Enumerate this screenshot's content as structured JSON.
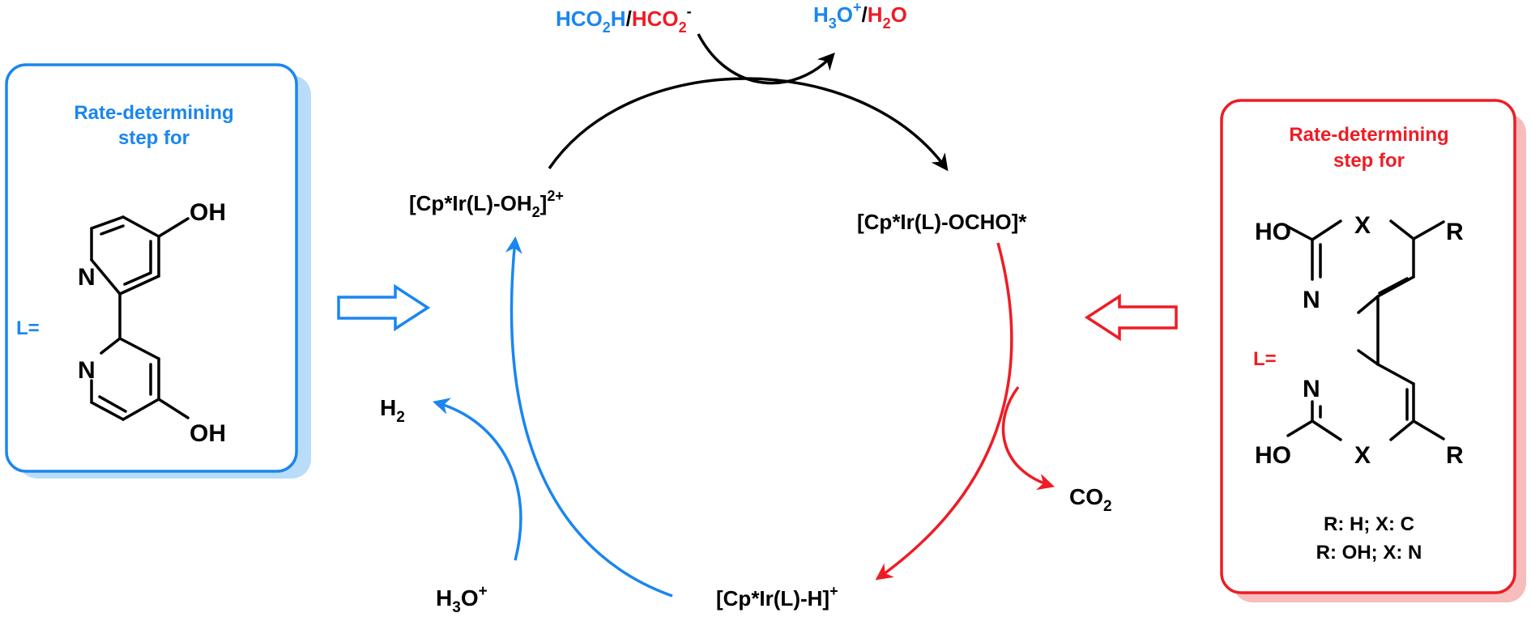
{
  "colors": {
    "blue": "#1a86f0",
    "red": "#ee1c24",
    "black": "#000000",
    "blue_shadow": "#b9dcf8",
    "red_shadow": "#f7bcbc"
  },
  "left_box": {
    "title_line1": "Rate-determining",
    "title_line2": "step for",
    "ligand_label": "L=",
    "atoms": {
      "n_top": "N",
      "n_bottom": "N",
      "oh_top": "OH",
      "oh_bottom": "OH"
    }
  },
  "right_box": {
    "title_line1": "Rate-determining",
    "title_line2": "step for",
    "ligand_label": "L=",
    "atoms": {
      "ho_top": "HO",
      "ho_bottom": "HO",
      "n1": "N",
      "n2": "N",
      "x_top": "X",
      "x_bottom": "X",
      "r_top": "R",
      "r_bottom": "R"
    },
    "variant1": "R: H; X: C",
    "variant2": "R: OH; X: N"
  },
  "cycle": {
    "aqua": {
      "main": "[Cp*Ir(L)-OH",
      "sub": "2",
      "close": "]",
      "sup": "2+"
    },
    "formate": "[Cp*Ir(L)-OCHO]*",
    "hydride": {
      "main": "[Cp*Ir(L)-H]",
      "sup": "+"
    },
    "reagent_in": {
      "a": "HCO",
      "a_sub": "2",
      "a_end": "H",
      "slash": "/",
      "b": "HCO",
      "b_sub": "2",
      "b_sup": "-"
    },
    "reagent_out": {
      "a": "H",
      "a_sub": "3",
      "a_end": "O",
      "a_sup": "+",
      "slash": "/",
      "b": "H",
      "b_sub": "2",
      "b_end": "O"
    },
    "co2": {
      "main": "CO",
      "sub": "2"
    },
    "h2": {
      "main": "H",
      "sub": "2"
    },
    "h3o": {
      "main": "H",
      "sub": "3",
      "end": "O",
      "sup": "+"
    }
  }
}
